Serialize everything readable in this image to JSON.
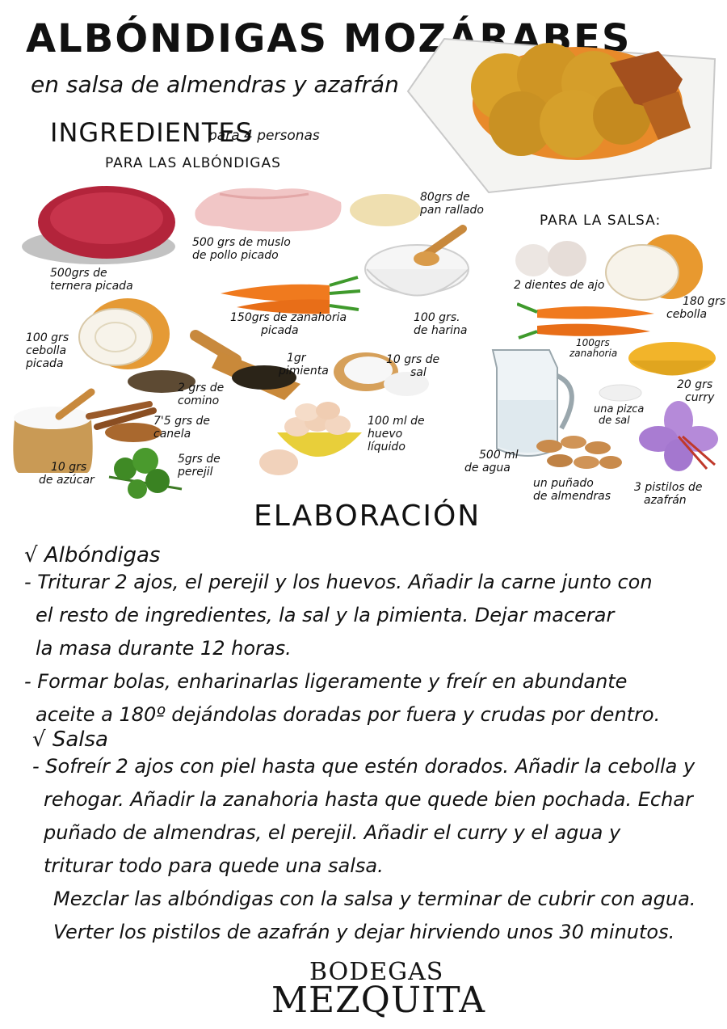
{
  "title": "ALBÓNDIGAS MOZÁRABES",
  "subtitle": "en salsa de almendras y azafrán",
  "ingredients": {
    "heading": "INGREDIENTES",
    "serves": "para 4 personas",
    "albondigas_heading": "PARA LAS ALBÓNDIGAS",
    "albondigas": [
      [
        "500grs de",
        "ternera picada"
      ],
      [
        "500 grs de muslo",
        "de pollo picado"
      ],
      [
        "80grs de",
        "pan rallado"
      ],
      [
        "150grs de zanahoria",
        "picada"
      ],
      [
        "100 grs.",
        "de harina"
      ],
      [
        "100 grs",
        "cebolla",
        "picada"
      ],
      [
        "1gr",
        "pimienta"
      ],
      [
        "10 grs de",
        "sal"
      ],
      [
        "2 grs de",
        "comino"
      ],
      [
        "7'5 grs de",
        "canela"
      ],
      [
        "100 ml de",
        "huevo",
        "líquido"
      ],
      [
        "10 grs",
        "de azúcar"
      ],
      [
        "5grs de",
        "perejil"
      ]
    ],
    "salsa_heading": "PARA LA SALSA:",
    "salsa": [
      [
        "2 dientes de ajo"
      ],
      [
        "180 grs",
        "cebolla"
      ],
      [
        "100grs",
        "zanahoria"
      ],
      [
        "20 grs",
        "curry"
      ],
      [
        "una pizca",
        "de sal"
      ],
      [
        "500 ml",
        "de agua"
      ],
      [
        "un puñado",
        "de almendras"
      ],
      [
        "3 pistilos de",
        "azafrán"
      ]
    ]
  },
  "elaboracion": {
    "heading": "ELABORACIÓN",
    "albondigas_head": "√ Albóndigas",
    "albondigas_steps": [
      "- Triturar 2 ajos, el perejil y los huevos. Añadir la carne junto con",
      "el resto de ingredientes, la sal y la pimienta. Dejar macerar",
      "la masa durante 12 horas.",
      "- Formar bolas, enharinarlas ligeramente y freír en abundante",
      "aceite a 180º dejándolas doradas por fuera y crudas por dentro."
    ],
    "salsa_head": "√ Salsa",
    "salsa_steps": [
      "- Sofreír 2 ajos con piel hasta que estén dorados. Añadir la cebolla y",
      "rehogar. Añadir la zanahoria hasta que quede bien pochada. Echar",
      "puñado de almendras, el perejil. Añadir el curry y el agua y",
      "triturar todo para quede una salsa."
    ],
    "final_steps": [
      "Mezclar las albóndigas con la salsa y terminar de cubrir con agua.",
      "Verter los pistilos de azafrán y dejar hirviendo unos 30 minutos."
    ]
  },
  "logo": {
    "line1": "BODEGAS",
    "line2": "MEZQUITA"
  }
}
